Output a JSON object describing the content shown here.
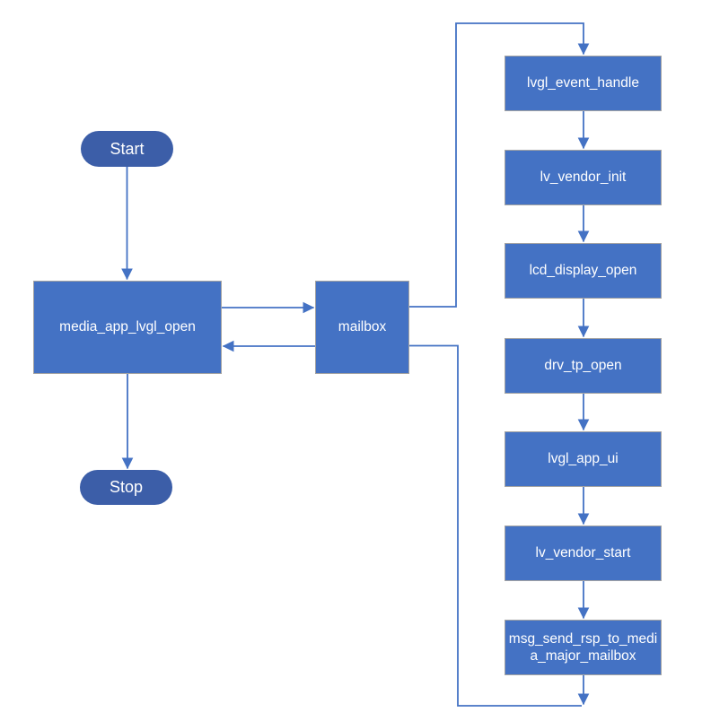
{
  "nodes": {
    "start": {
      "label": "Start",
      "type": "terminator"
    },
    "stop": {
      "label": "Stop",
      "type": "terminator"
    },
    "media_app_lvgl_open": {
      "label": "media_app_lvgl_open",
      "type": "process"
    },
    "mailbox": {
      "label": "mailbox",
      "type": "process"
    },
    "right_column": [
      {
        "label": "lvgl_event_handle"
      },
      {
        "label": "lv_vendor_init"
      },
      {
        "label": "lcd_display_open"
      },
      {
        "label": "drv_tp_open"
      },
      {
        "label": "lvgl_app_ui"
      },
      {
        "label": "lv_vendor_start"
      },
      {
        "label": "msg_send_rsp_to_media_major_mailbox"
      }
    ]
  },
  "edges": [
    {
      "from": "start",
      "to": "media_app_lvgl_open"
    },
    {
      "from": "media_app_lvgl_open",
      "to": "stop"
    },
    {
      "from": "media_app_lvgl_open",
      "to": "mailbox"
    },
    {
      "from": "mailbox",
      "to": "media_app_lvgl_open"
    },
    {
      "from": "mailbox",
      "to": "lvgl_event_handle"
    },
    {
      "from": "lvgl_event_handle",
      "to": "lv_vendor_init"
    },
    {
      "from": "lv_vendor_init",
      "to": "lcd_display_open"
    },
    {
      "from": "lcd_display_open",
      "to": "drv_tp_open"
    },
    {
      "from": "drv_tp_open",
      "to": "lvgl_app_ui"
    },
    {
      "from": "lvgl_app_ui",
      "to": "lv_vendor_start"
    },
    {
      "from": "lv_vendor_start",
      "to": "msg_send_rsp_to_media_major_mailbox"
    },
    {
      "from": "msg_send_rsp_to_media_major_mailbox",
      "to": "mailbox"
    }
  ],
  "colors": {
    "terminator_fill": "#3C5EA8",
    "process_fill": "#4472C4",
    "process_border": "#A3A3A3",
    "connector": "#4472C4",
    "label_text": "#FFFFFF",
    "background": "#FFFFFF"
  }
}
